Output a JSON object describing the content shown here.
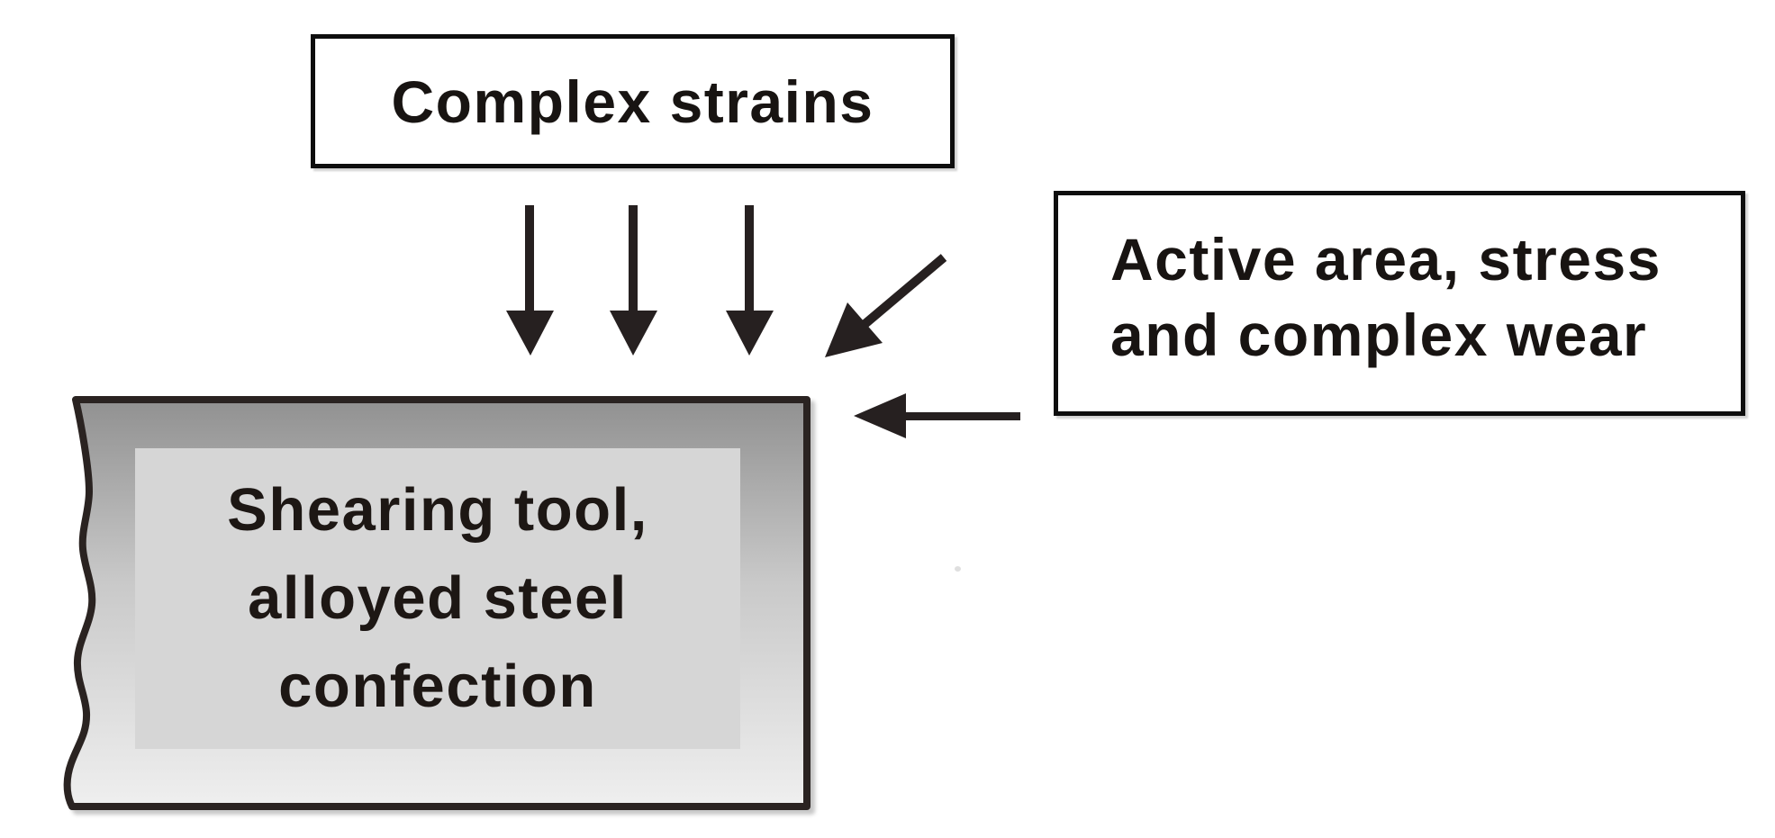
{
  "diagram": {
    "top_box": {
      "label": "Complex strains"
    },
    "right_box": {
      "line1": "Active area, stress",
      "line2": "and complex wear"
    },
    "tool_box": {
      "line1": "Shearing tool,",
      "line2": "alloyed steel",
      "line3": "confection"
    },
    "arrows": {
      "down_arrow_count": 3,
      "diagonal_arrow_count": 1,
      "horizontal_arrow_count": 1
    },
    "colors": {
      "background": "#ffffff",
      "box_fill": "#ffffff",
      "box_border": "#0e0e0e",
      "arrow": "#262020",
      "tool_border": "#2a2321",
      "tool_fill_top": "#949494",
      "tool_fill_mid": "#c9c9c9",
      "tool_fill_bottom": "#efefef",
      "tool_inner_fill": "#d6d6d6",
      "text": "#181412"
    }
  }
}
